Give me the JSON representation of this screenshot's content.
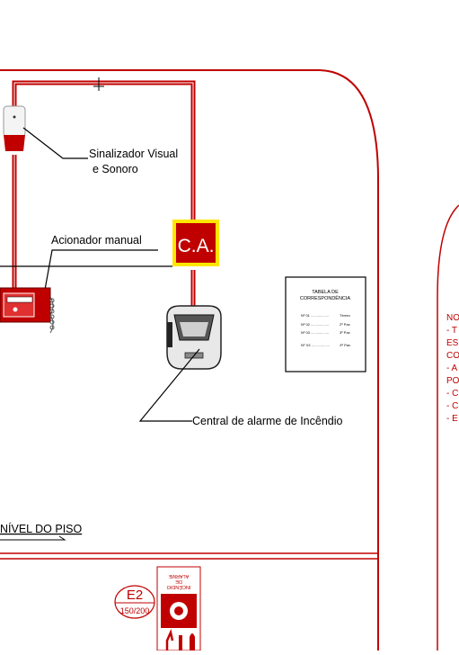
{
  "labels": {
    "sinalizador_line1": "Sinalizador Visual",
    "sinalizador_line2": "e Sonoro",
    "acionador": "Acionador manual",
    "ca": "C.A.",
    "central": "Central de alarme de Incêndio",
    "nivel_piso": "NÍVEL DO PISO"
  },
  "tabela": {
    "title_line1": "TABELA DE",
    "title_line2": "CORRESPONDÊNCIA",
    "rows": [
      {
        "code": "Nº 01 ..................",
        "floor": "Térreo"
      },
      {
        "code": "Nº 02 ..................",
        "floor": "2º Pav"
      },
      {
        "code": "Nº 03 ..................",
        "floor": "3º Pav"
      },
      {
        "code": "Nº XX ..................",
        "floor": "Xº Pav"
      }
    ]
  },
  "sign": {
    "code": "E2",
    "size": "150/200",
    "mirrored_text": [
      "INCÊNDIO",
      "DE",
      "ALARME"
    ]
  },
  "notes_fragments": [
    "NO",
    "- T",
    "ES",
    "CO",
    "- A",
    "PO",
    "- C",
    "- C",
    "- E"
  ],
  "colors": {
    "red": "#c00000",
    "dark_red": "#8b0000",
    "yellow": "#ffe600",
    "black": "#000000"
  }
}
